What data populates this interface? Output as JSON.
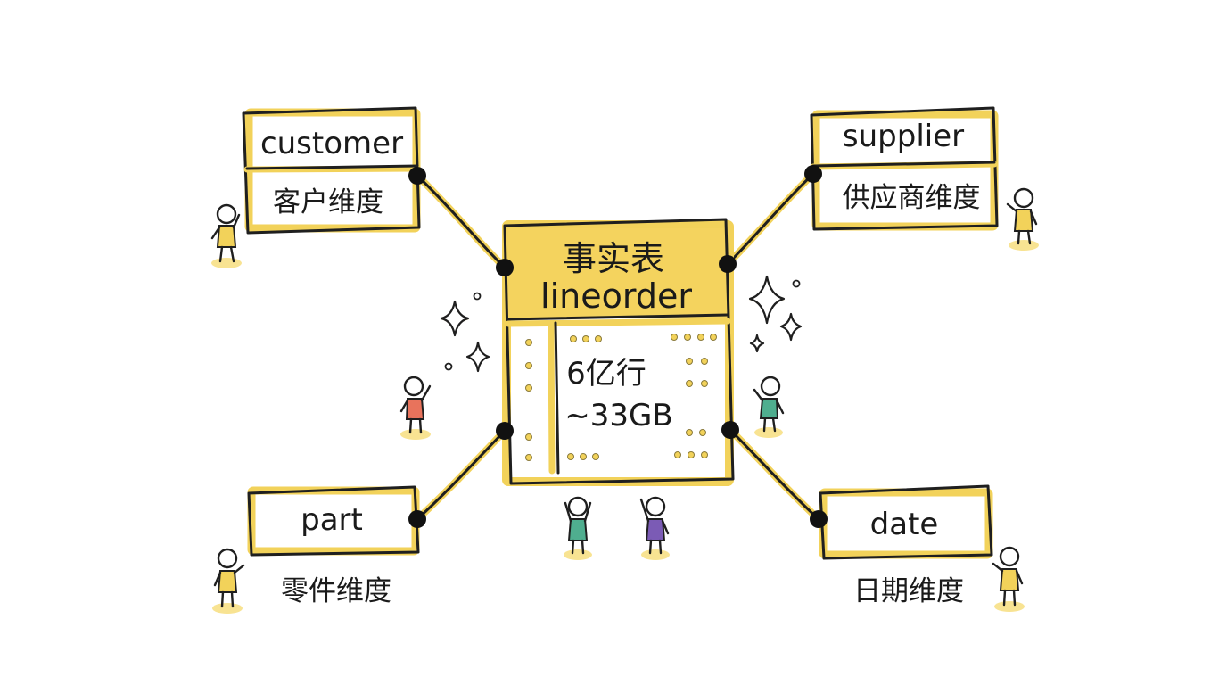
{
  "diagram": {
    "fact_table": {
      "label_zh": "事实表",
      "name": "lineorder",
      "row_count": "6亿行",
      "size": "~33GB"
    },
    "dimensions": [
      {
        "id": "customer",
        "name": "customer",
        "label_zh": "客户维度"
      },
      {
        "id": "supplier",
        "name": "supplier",
        "label_zh": "供应商维度"
      },
      {
        "id": "part",
        "name": "part",
        "label_zh": "零件维度"
      },
      {
        "id": "date",
        "name": "date",
        "label_zh": "日期维度"
      }
    ],
    "colors": {
      "highlight": "#f2d25a",
      "ink": "#1f1f1f",
      "figure_colors": [
        "#f2d25a",
        "#e8735c",
        "#4fae8f",
        "#7b5bb5"
      ]
    },
    "icons": [
      "stick-figure-icon",
      "sparkle-icon",
      "connector-dot-icon"
    ]
  }
}
